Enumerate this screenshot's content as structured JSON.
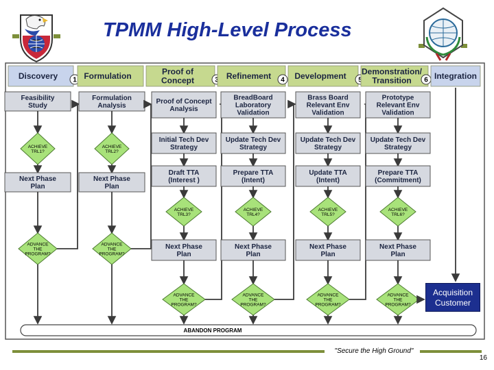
{
  "slide": {
    "title": "TPMM High-Level Process",
    "motto": "\"Secure the High Ground\"",
    "page_number": "16",
    "acquisition_box": [
      "Acquisition",
      "Customer"
    ],
    "colors": {
      "title": "#1a2f9c",
      "header_green": "#c6d98f",
      "header_blue": "#c8d4ec",
      "box_gray": "#d6d9e0",
      "diamond_green": "#a8e27a",
      "arrow": "#3a3a3a",
      "rule_green": "#7d8f3a",
      "acq_blue": "#1c2f8f"
    }
  },
  "phases": [
    {
      "label": "Discovery",
      "num": "1"
    },
    {
      "label": "Formulation",
      "num": "2"
    },
    {
      "label": "Proof of\nConcept",
      "num": "3"
    },
    {
      "label": "Refinement",
      "num": "4"
    },
    {
      "label": "Development",
      "num": "5"
    },
    {
      "label": "Demonstration/\nTransition",
      "num": "6"
    },
    {
      "label": "Integration",
      "num": ""
    }
  ],
  "columns": [
    {
      "top": "Feasibility\nStudy",
      "d1": "ACHIEVE\nTRL1?",
      "np": "Next Phase\nPlan",
      "d2": "ADVANCE\nTHE\nPROGRAM?"
    },
    {
      "top": "Formulation\nAnalysis",
      "d1": "ACHIEVE\nTRL2?",
      "np": "Next Phase\nPlan",
      "d2": "ADVANCE\nTHE\nPROGRAM?"
    },
    {
      "top": "Proof of Concept\nAnalysis",
      "s1": "Initial Tech Dev\nStrategy",
      "s2": "Draft TTA\n(Interest )",
      "d1": "ACHIEVE\nTRL3?",
      "np": "Next Phase\nPlan",
      "d2": "ADVANCE\nTHE\nPROGRAM?"
    },
    {
      "top": "BreadBoard\nLaboratory\nValidation",
      "s1": "Update Tech Dev\nStrategy",
      "s2": "Prepare TTA\n(Intent)",
      "d1": "ACHIEVE\nTRL4?",
      "np": "Next Phase\nPlan",
      "d2": "ADVANCE\nTHE\nPROGRAM?"
    },
    {
      "top": "Brass Board\nRelevant Env\nValidation",
      "s1": "Update Tech Dev\nStrategy",
      "s2": "Update TTA\n(Intent)",
      "d1": "ACHIEVE\nTRL5?",
      "np": "Next Phase\nPlan",
      "d2": "ADVANCE\nTHE\nPROGRAM?"
    },
    {
      "top": "Prototype\nRelevant Env\nValidation",
      "s1": "Update Tech Dev\nStrategy",
      "s2": "Prepare TTA\n(Commitment)",
      "d1": "ACHIEVE\nTRL6?",
      "np": "Next Phase\nPlan",
      "d2": "ADVANCE\nTHE\nPROGRAM?"
    }
  ],
  "abandon": "ABANDON PROGRAM",
  "icons": {
    "left_logo": "eagle-shield-logo-icon",
    "right_logo": "globe-wreath-logo-icon"
  }
}
